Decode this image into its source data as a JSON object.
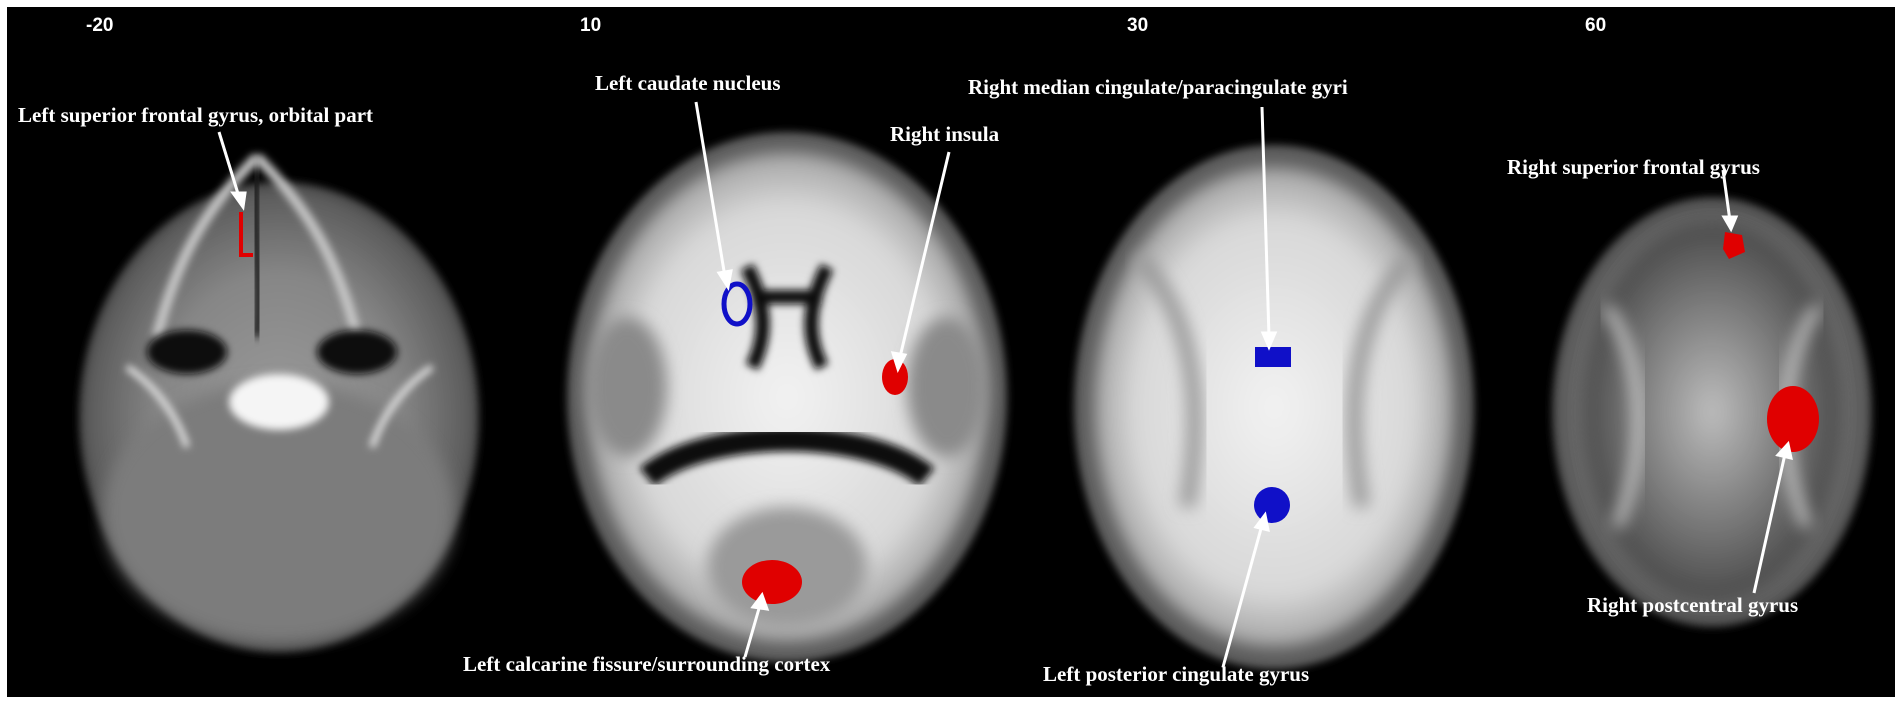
{
  "slices": [
    {
      "z_label": "-20"
    },
    {
      "z_label": "10"
    },
    {
      "z_label": "30"
    },
    {
      "z_label": "60"
    }
  ],
  "annotations": {
    "left_sup_frontal_orbital": "Left superior frontal gyrus, orbital part",
    "left_caudate": "Left caudate nucleus",
    "right_insula": "Right insula",
    "left_calcarine": "Left calcarine fissure/surrounding cortex",
    "right_median_cingulate": "Right median cingulate/paracingulate gyri",
    "left_posterior_cingulate": "Left posterior cingulate gyrus",
    "right_sup_frontal": "Right superior frontal gyrus",
    "right_postcentral": "Right postcentral gyrus"
  },
  "colors": {
    "background": "#000000",
    "frame": "#ffffff",
    "activation_red": "#e00000",
    "activation_blue": "#1010c8",
    "text": "#ffffff"
  }
}
